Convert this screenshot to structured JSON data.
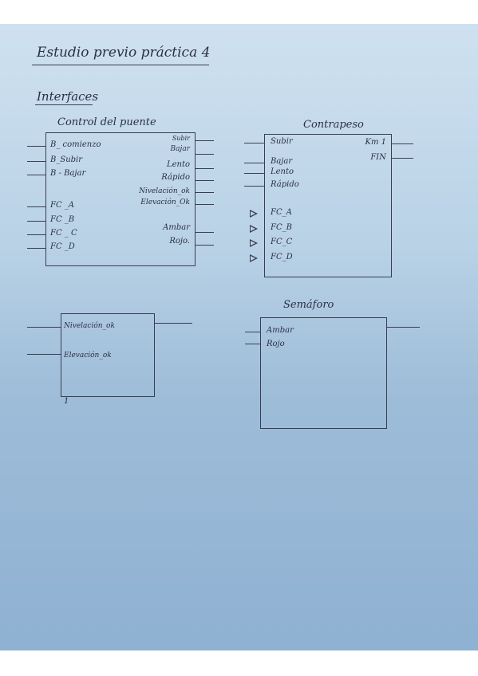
{
  "page": {
    "title": "Estudio previo práctica 4",
    "section": "Interfaces",
    "page_number": "1"
  },
  "control_puente": {
    "title": "Control del puente",
    "inputs": [
      "B_ comienzo",
      "B_Subir",
      "B - Bajar",
      "FC _A",
      "FC _B",
      "FC _ C",
      "FC _D"
    ],
    "outputs": [
      "Subir",
      "Bajar",
      "Lento",
      "Rápido",
      "Nivelación_ok",
      "Elevación_Ok",
      "Ambar",
      "Rojo."
    ]
  },
  "contrapeso": {
    "title": "Contrapeso",
    "inputs": [
      "Subir",
      "Bajar",
      "Lento",
      "Rápido",
      "FC_A",
      "FC_B",
      "FC_C",
      "FC_D"
    ],
    "outputs": [
      "Km 1",
      "FIN"
    ]
  },
  "bottom_left_block": {
    "inputs": [
      "Nivelación_ok",
      "Elevación_ok"
    ]
  },
  "semaforo": {
    "title": "Semáforo",
    "inputs": [
      "Ambar",
      "Rojo"
    ]
  }
}
